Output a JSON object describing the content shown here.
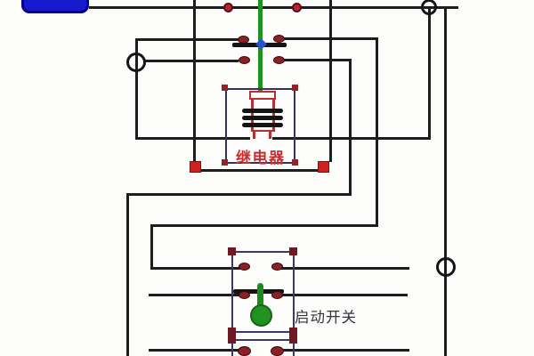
{
  "diagram": {
    "type": "electrical-wiring-schematic",
    "labels": {
      "relay": "继电器",
      "start_switch": "启动开关"
    },
    "components": [
      "battery-blue-block",
      "relay-coil",
      "relay-contact-terminals",
      "relay-box",
      "start-switch-box",
      "lower-switch-box",
      "push-button-green",
      "junction-ring-left",
      "junction-ring-top-right",
      "junction-ring-bottom-right",
      "wire-terminal-dots"
    ],
    "colors": {
      "background": "#fcfcfa",
      "wire": "#1d1d1d",
      "coil_wire_green": "#219221",
      "battery_blue": "#1818cf",
      "terminal_square_red": "#d01f1f",
      "contact_oval_maroon": "#8b2025",
      "box_outline_navy": "#3c3a64",
      "coil_red": "#b53030",
      "label_red": "#c43030",
      "label_dark": "#33333f",
      "junction_blue": "#2a52d0"
    }
  }
}
